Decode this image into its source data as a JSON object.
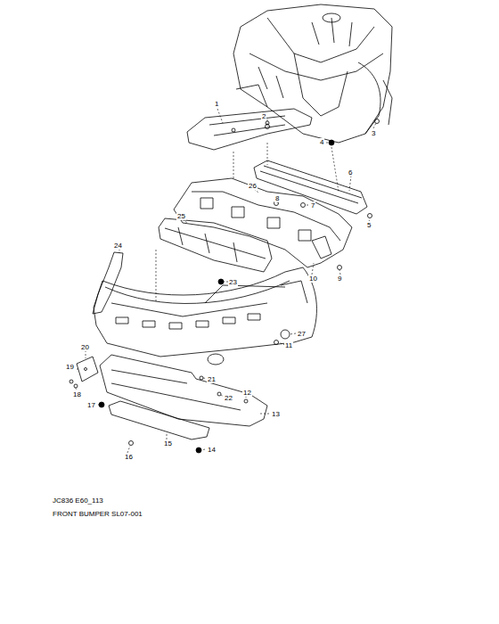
{
  "diagram": {
    "labels": [
      "1",
      "2",
      "3",
      "4",
      "5",
      "6",
      "7",
      "8",
      "9",
      "10",
      "11",
      "12",
      "13",
      "14",
      "15",
      "16",
      "17",
      "18",
      "19",
      "20",
      "21",
      "22",
      "23",
      "24",
      "25",
      "26",
      "27",
      "JC836 E60_113",
      "FRONT BUMPER SL07-001"
    ]
  }
}
